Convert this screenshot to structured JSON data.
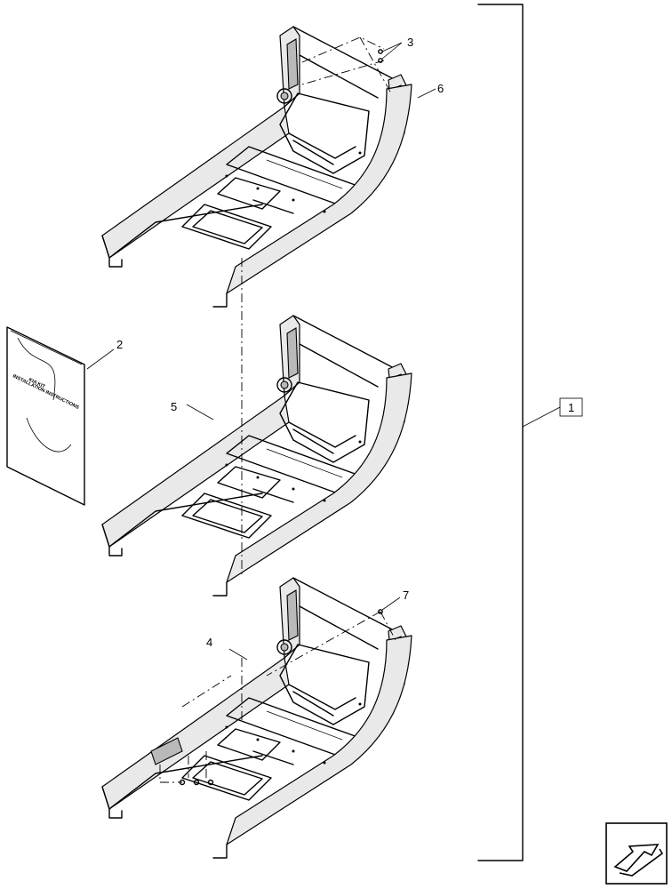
{
  "callouts": {
    "c1": "1",
    "c2": "2",
    "c3": "3",
    "c4": "4",
    "c5": "5",
    "c6": "6",
    "c7": "7"
  },
  "booklet": {
    "line1": "KIA KIT",
    "line2": "INSTALLATION INSTRUCTIONS"
  },
  "nav_icon": "arrow-navigation-icon"
}
